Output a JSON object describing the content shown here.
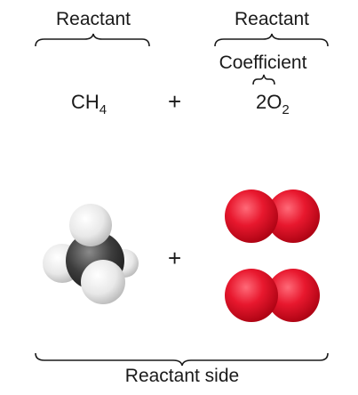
{
  "labels": {
    "reactant_left": "Reactant",
    "reactant_right": "Reactant",
    "coefficient": "Coefficient",
    "reactant_side": "Reactant side"
  },
  "equation": {
    "methane": {
      "symbol": "CH",
      "subscript": "4"
    },
    "plus": "+",
    "oxygen": {
      "coefficient": "2",
      "symbol": "O",
      "subscript": "2"
    }
  },
  "molecules": {
    "plus": "+",
    "methane_colors": {
      "carbon": "#3a3a3a",
      "hydrogen": "#f2f2f2"
    },
    "oxygen_color": "#e0142a",
    "oxygen_count": 2
  }
}
